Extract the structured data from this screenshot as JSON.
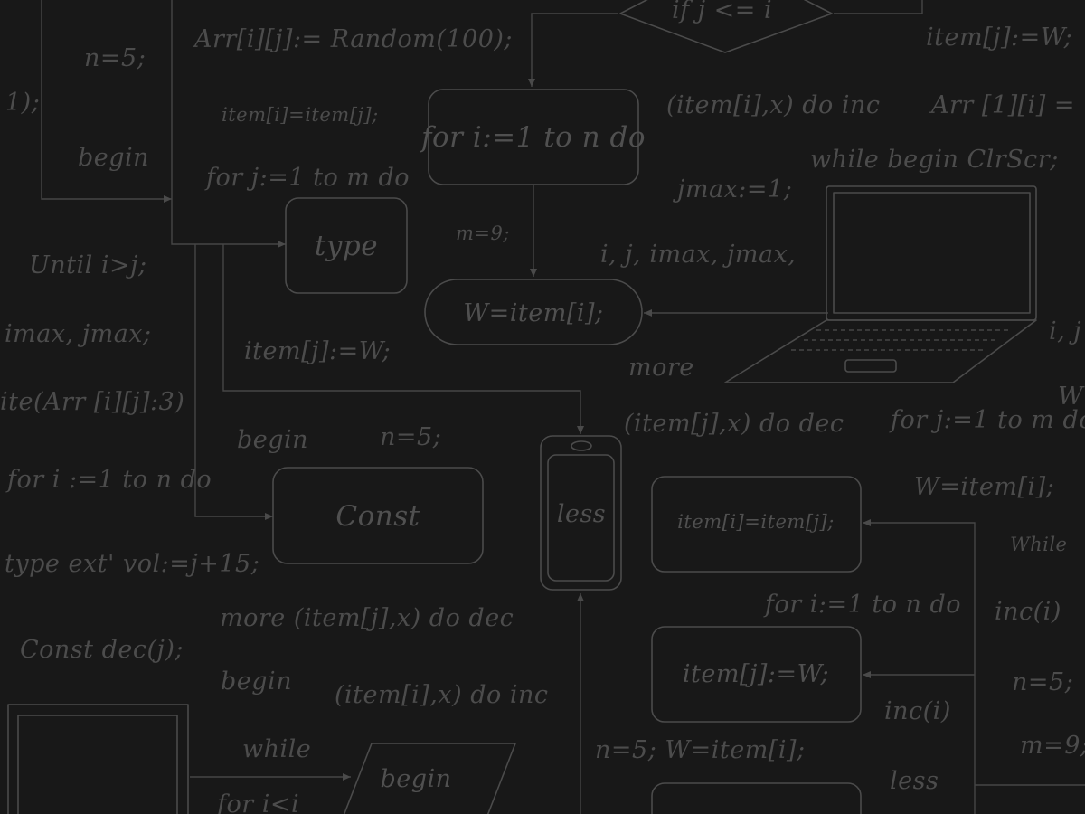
{
  "labels": {
    "t01": "Arr[i][j]:= Random(100);",
    "t02": "n=5;",
    "t03": "1);",
    "t04": "begin",
    "t05": "item[i]=item[j];",
    "t06": "for j:=1 to m do",
    "t07": "if j <= i",
    "t08": "item[j]:=W;",
    "t09": "(item[i],x) do inc",
    "t10": "Arr [1][i] =",
    "t11": "while  begin  ClrScr;",
    "t12": "jmax:=1;",
    "t13": "m=9;",
    "t14": "i, j, imax, jmax,",
    "t15": "Until i>j;",
    "t16": "imax, jmax;",
    "t17": "item[j]:=W;",
    "t18": "ite(Arr [i][j]:3)",
    "t19": "more",
    "t20": "i, j",
    "t21": "W",
    "t22": "(item[j],x) do dec",
    "t23": "for j:=1 to m do",
    "t24": "begin",
    "t25": "n=5;",
    "t26": "for i :=1 to n do",
    "t27": "W=item[i];",
    "t28": "type ext'  vol:=j+15;",
    "t29": "While",
    "t30": "more (item[j],x) do dec",
    "t31": "for i:=1 to n do",
    "t32": "inc(i)",
    "t33": "Const   dec(j);",
    "t34": "begin",
    "t35": "(item[i],x) do inc",
    "t36": "inc(i)",
    "t37": "n=5;",
    "t38": "while",
    "t39": "n=5;   W=item[i];",
    "t40": "m=9;",
    "t41": "less",
    "t42": "for i<i"
  },
  "boxes": {
    "b01": "for i:=1 to n do",
    "b02": "type",
    "b03": "W=item[i];",
    "b04": "Const",
    "b05": "less",
    "b06": "item[i]=item[j];",
    "b07": "item[j]:=W;",
    "b08": "begin"
  }
}
